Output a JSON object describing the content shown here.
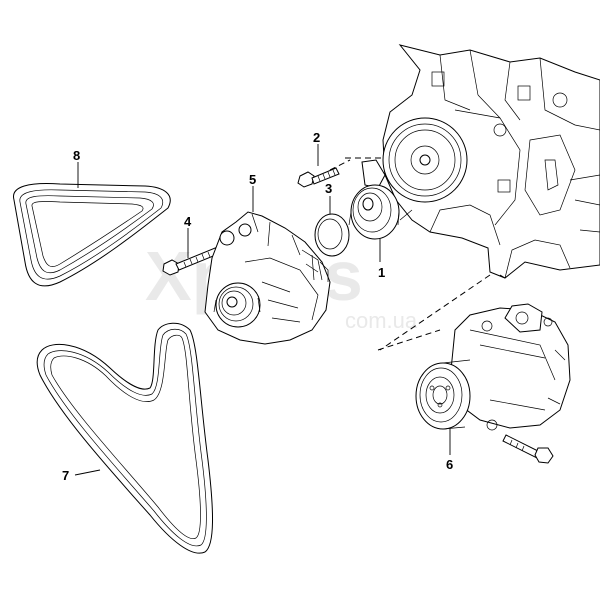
{
  "watermark": {
    "brand": "Xparts",
    "domain": "com.ua"
  },
  "callouts": [
    {
      "id": "c1",
      "label": "1",
      "part": "tensioner-pulley"
    },
    {
      "id": "c2",
      "label": "2",
      "part": "bolt"
    },
    {
      "id": "c3",
      "label": "3",
      "part": "pulley-cover"
    },
    {
      "id": "c4",
      "label": "4",
      "part": "bolt"
    },
    {
      "id": "c5",
      "label": "5",
      "part": "alternator"
    },
    {
      "id": "c6",
      "label": "6",
      "part": "ac-compressor"
    },
    {
      "id": "c7",
      "label": "7",
      "part": "poly-v-belt"
    },
    {
      "id": "c8",
      "label": "8",
      "part": "poly-v-belt"
    }
  ],
  "colors": {
    "line": "#000000",
    "background": "#ffffff",
    "watermark": "#e9e9e9"
  }
}
